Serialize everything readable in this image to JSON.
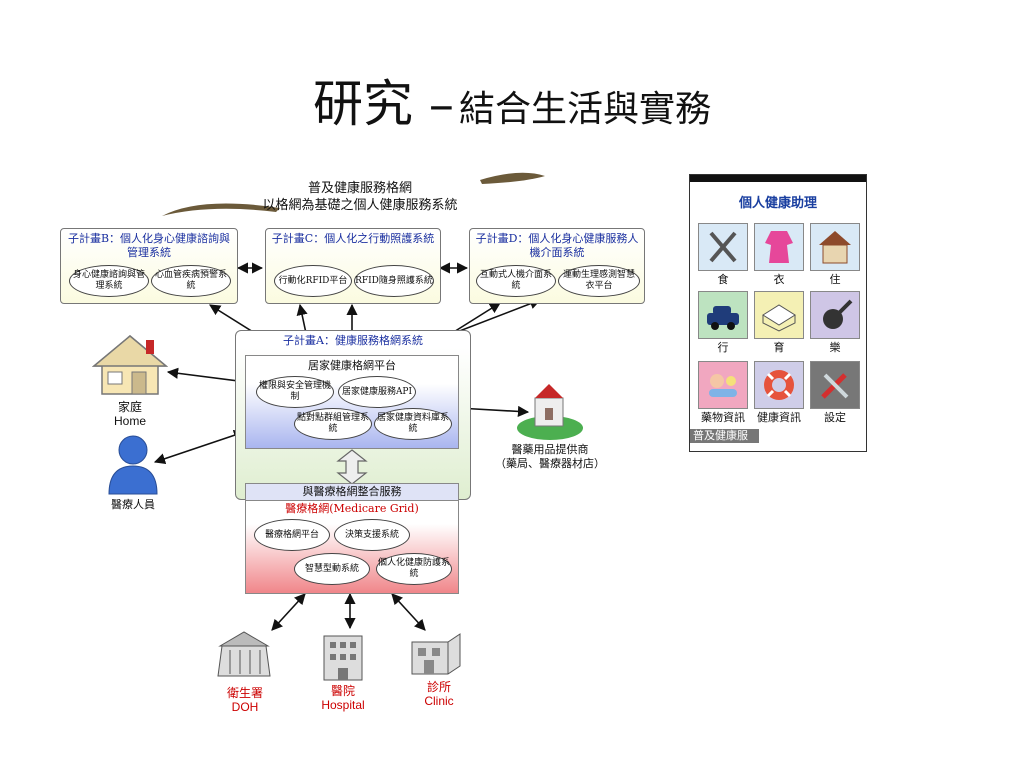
{
  "title": {
    "main": "研究 –",
    "sub": "結合生活與實務"
  },
  "header": {
    "line1": "普及健康服務格網",
    "line2": "以格網為基礎之個人健康服務系統"
  },
  "subprojects": {
    "b": {
      "title": "子計畫B：個人化身心健康諮詢與管理系統",
      "oval1": "身心健康諮詢與管理系統",
      "oval2": "心血管疾病預警系統"
    },
    "c": {
      "title": "子計畫C：個人化之行動照護系統",
      "oval1": "行動化RFID平台",
      "oval2": "RFID隨身照護系統"
    },
    "d": {
      "title": "子計畫D：個人化身心健康服務人機介面系統",
      "oval1": "互動式人機介面系統",
      "oval2": "運動生理感測智慧衣平台"
    }
  },
  "grid": {
    "title": "子計畫A：健康服務格網系統",
    "platform_title": "居家健康格網平台",
    "oval1": "權限與安全管理機制",
    "oval2": "居家健康服務API",
    "oval3": "點對點群組管理系統",
    "oval4": "居家健康資料庫系統",
    "integration": "與醫療格網整合服務"
  },
  "medicare": {
    "title": "醫療格網(Medicare Grid)",
    "oval1": "醫療格網平台",
    "oval2": "決策支援系統",
    "oval3": "智慧型動系統",
    "oval4": "個人化健康防護系統"
  },
  "nodes": {
    "home_cn": "家庭",
    "home_en": "Home",
    "staff": "醫療人員",
    "supplier1": "醫藥用品提供商",
    "supplier2": "（藥局、醫療器材店）",
    "doh_cn": "衛生署",
    "doh_en": "DOH",
    "hospital_cn": "醫院",
    "hospital_en": "Hospital",
    "clinic_cn": "診所",
    "clinic_en": "Clinic"
  },
  "phone": {
    "title": "個人健康助理",
    "tiles": [
      "食",
      "衣",
      "住",
      "行",
      "育",
      "樂",
      "藥物資訊",
      "健康資訊",
      "設定"
    ],
    "footer": "普及健康服"
  },
  "colors": {
    "subproject_title": "#1a2fa0",
    "red_label": "#cc0000",
    "phone_title": "#1a3fa0"
  }
}
